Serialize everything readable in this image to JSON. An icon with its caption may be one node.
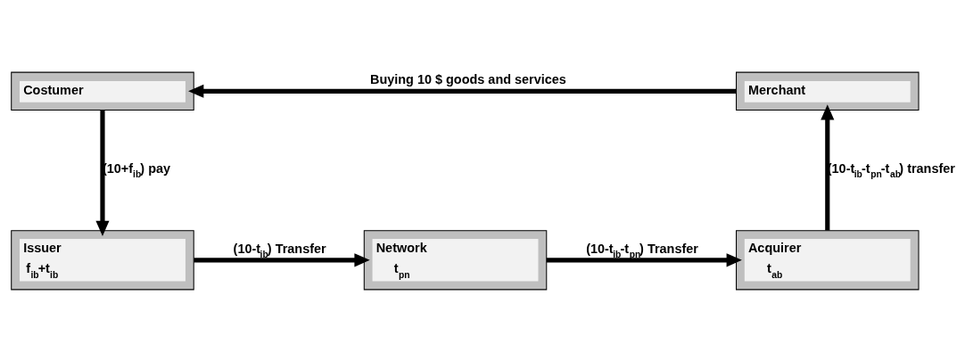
{
  "diagram": {
    "nodes": [
      {
        "text": [
          "Costumer"
        ]
      },
      {
        "text": [
          "Merchant"
        ]
      },
      {
        "text": [
          "Issuer",
          "f$_{ib}$+t$_{ib}$"
        ]
      },
      {
        "text": [
          "Network",
          "t$_{pn}$"
        ]
      },
      {
        "text": [
          "Acquirer",
          "t$_{ab}$"
        ]
      }
    ],
    "edges": [
      {
        "from": 1,
        "to": 0,
        "arrow": "to",
        "label": "Buying 10 $ goods and services"
      },
      {
        "from": 0,
        "to": 2,
        "arrow": "to",
        "label": "(10+f$_{ib}$) pay"
      },
      {
        "from": 2,
        "to": 3,
        "arrow": "to",
        "label": "(10-t$_{ib}$) Transfer"
      },
      {
        "from": 3,
        "to": 4,
        "arrow": "to",
        "label": "(10-t$_{ib}$-t$_{pn}$) Transfer"
      },
      {
        "from": 4,
        "to": 1,
        "arrow": "to",
        "label": "(10-t$_{ib}$-t$_{pn}$-t$_{ab}$) transfer"
      }
    ]
  }
}
